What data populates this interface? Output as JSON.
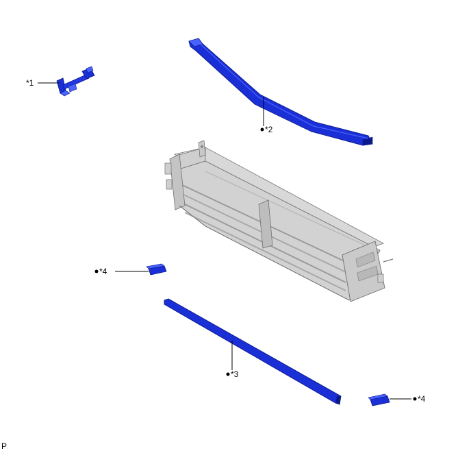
{
  "callouts": [
    {
      "id": "1",
      "label": "*1",
      "marker": false
    },
    {
      "id": "2",
      "label": "*2",
      "marker": true
    },
    {
      "id": "3",
      "label": "*3",
      "marker": true
    },
    {
      "id": "4a",
      "label": "*4",
      "marker": true
    },
    {
      "id": "4b",
      "label": "*4",
      "marker": true
    }
  ],
  "corner_code": "P",
  "colors": {
    "highlight_part": "#1a2fd6",
    "highlight_dark": "#0b1a8a",
    "highlight_light": "#4a63ff",
    "assembly_gray": "#c8c8c8",
    "assembly_dark": "#8a8a8a"
  },
  "parts": [
    {
      "callout": "1",
      "icon": "bracket-icon"
    },
    {
      "callout": "2",
      "icon": "upper-seal-strip-icon"
    },
    {
      "callout": "3",
      "icon": "lower-seal-strip-icon"
    },
    {
      "callout": "4",
      "icon": "seal-block-icon"
    }
  ]
}
